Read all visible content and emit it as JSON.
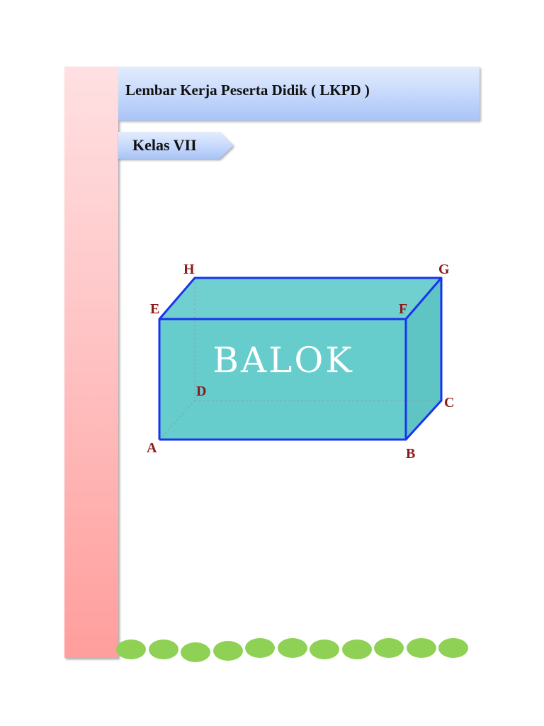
{
  "header": {
    "title": "Lembar Kerja Peserta Didik ( LKPD )"
  },
  "class_tab": {
    "label": "Kelas VII"
  },
  "figure": {
    "title": "BALOK",
    "vertices": {
      "A": "A",
      "B": "B",
      "C": "C",
      "D": "D",
      "E": "E",
      "F": "F",
      "G": "G",
      "H": "H"
    }
  },
  "colors": {
    "side_bar": "#ffb3b3",
    "banner": "#c4d7fb",
    "cuboid_fill": "#66cccc",
    "cuboid_edge": "#1a33ee",
    "vertex_label": "#8b1a1a",
    "dots": "#8fd155"
  },
  "decoration": {
    "dot_count": 11
  }
}
